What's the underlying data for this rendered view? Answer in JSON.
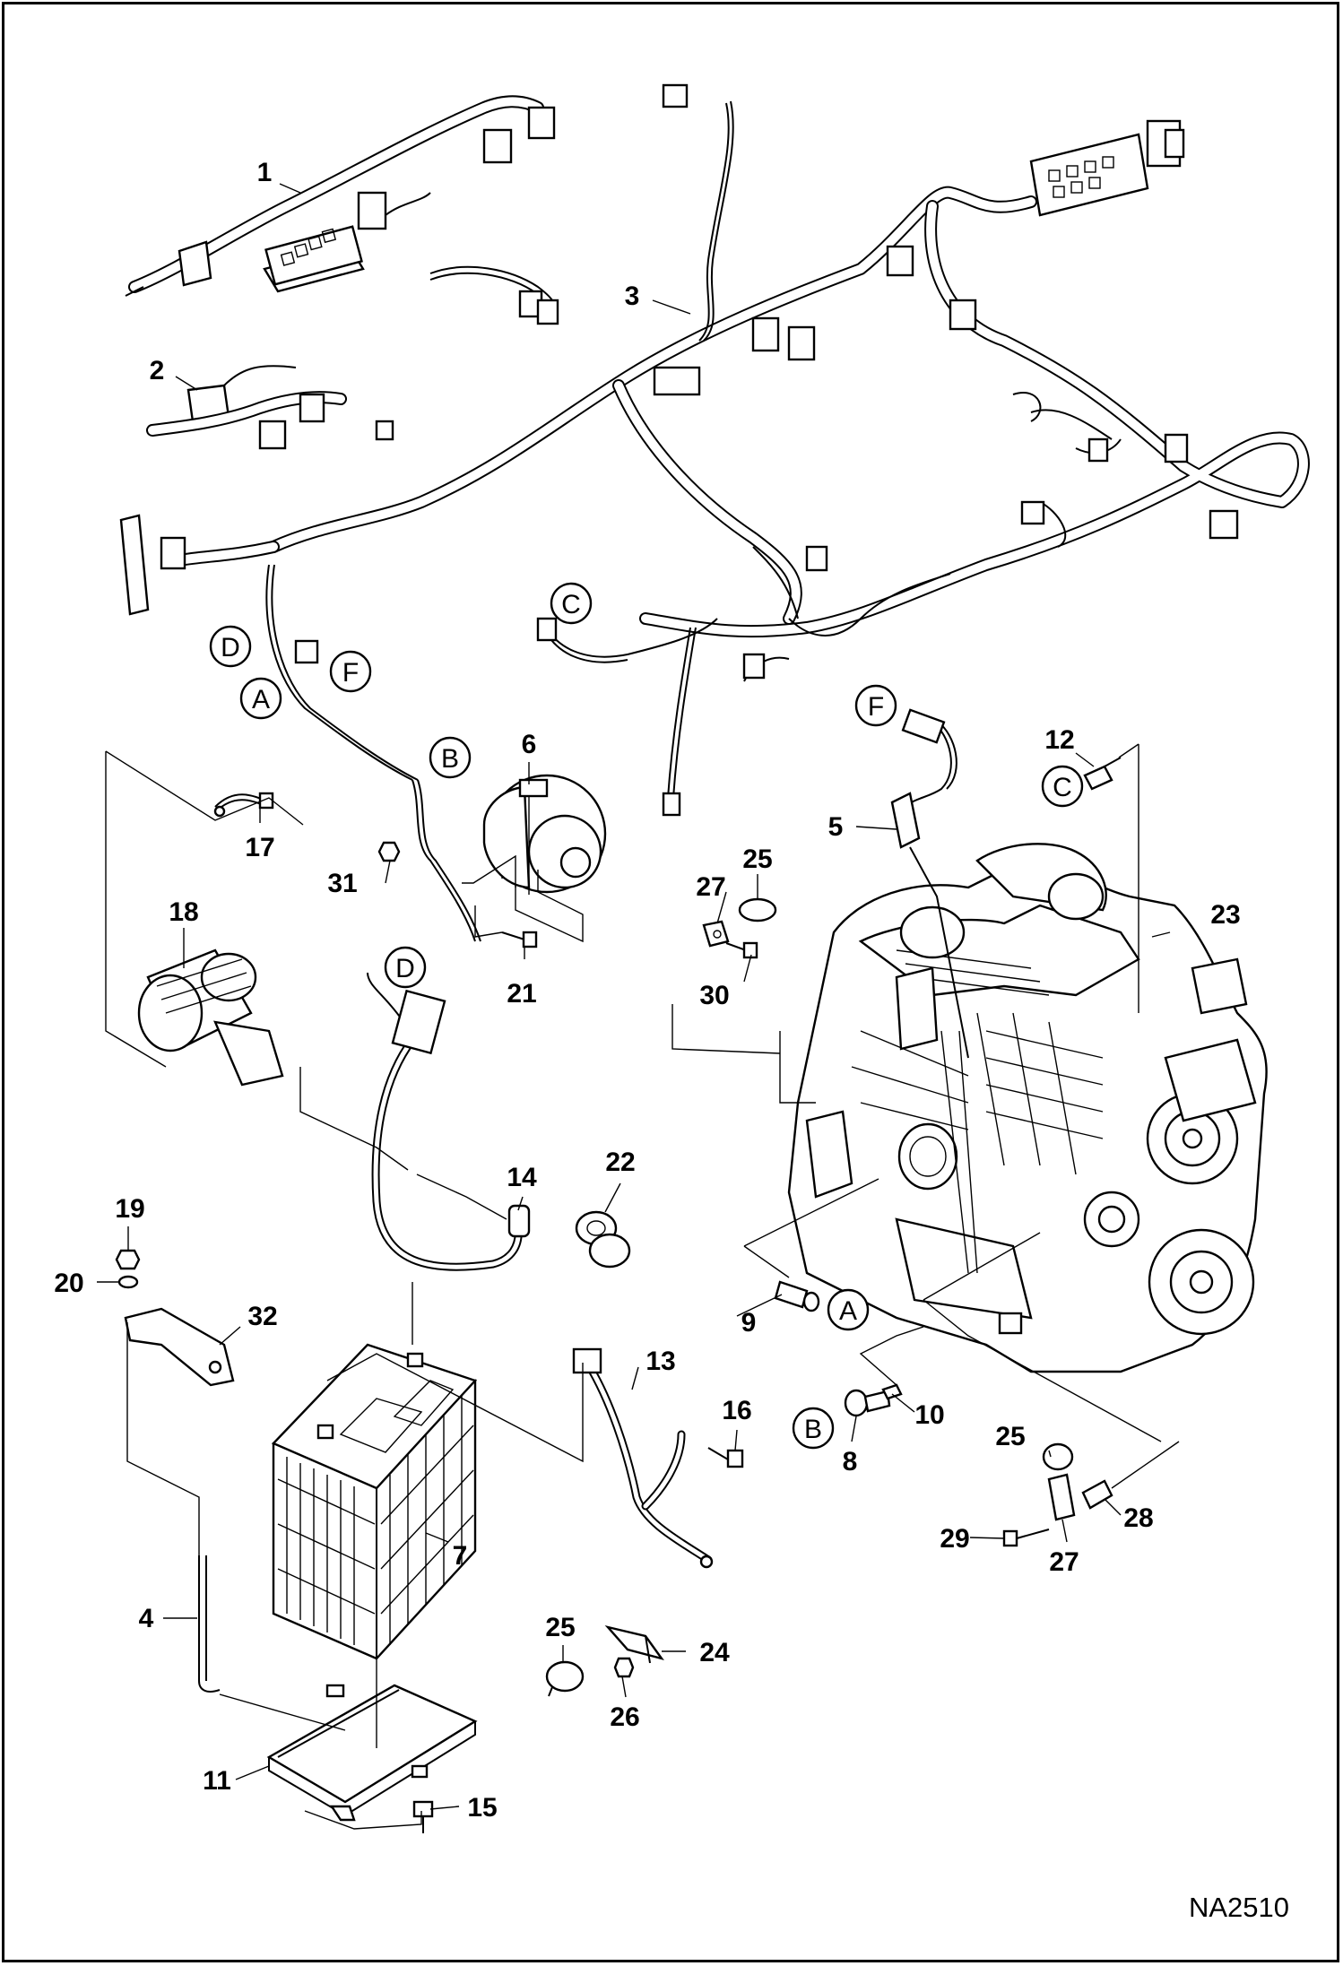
{
  "figure_id": "NA2510",
  "callouts": {
    "c1": "1",
    "c2": "2",
    "c3": "3",
    "c4": "4",
    "c5": "5",
    "c6": "6",
    "c7": "7",
    "c8": "8",
    "c9": "9",
    "c10": "10",
    "c11": "11",
    "c12": "12",
    "c13": "13",
    "c14": "14",
    "c15": "15",
    "c16": "16",
    "c17": "17",
    "c18": "18",
    "c19": "19",
    "c20": "20",
    "c21": "21",
    "c22": "22",
    "c23": "23",
    "c24": "24",
    "c25a": "25",
    "c25b": "25",
    "c25c": "25",
    "c26": "26",
    "c27a": "27",
    "c27b": "27",
    "c28": "28",
    "c29": "29",
    "c30": "30",
    "c31": "31",
    "c32": "32"
  },
  "connection_letters": {
    "a1": "A",
    "a2": "A",
    "b1": "B",
    "b2": "B",
    "c1": "C",
    "c2": "C",
    "d1": "D",
    "d2": "D",
    "f1": "F",
    "f2": "F"
  }
}
